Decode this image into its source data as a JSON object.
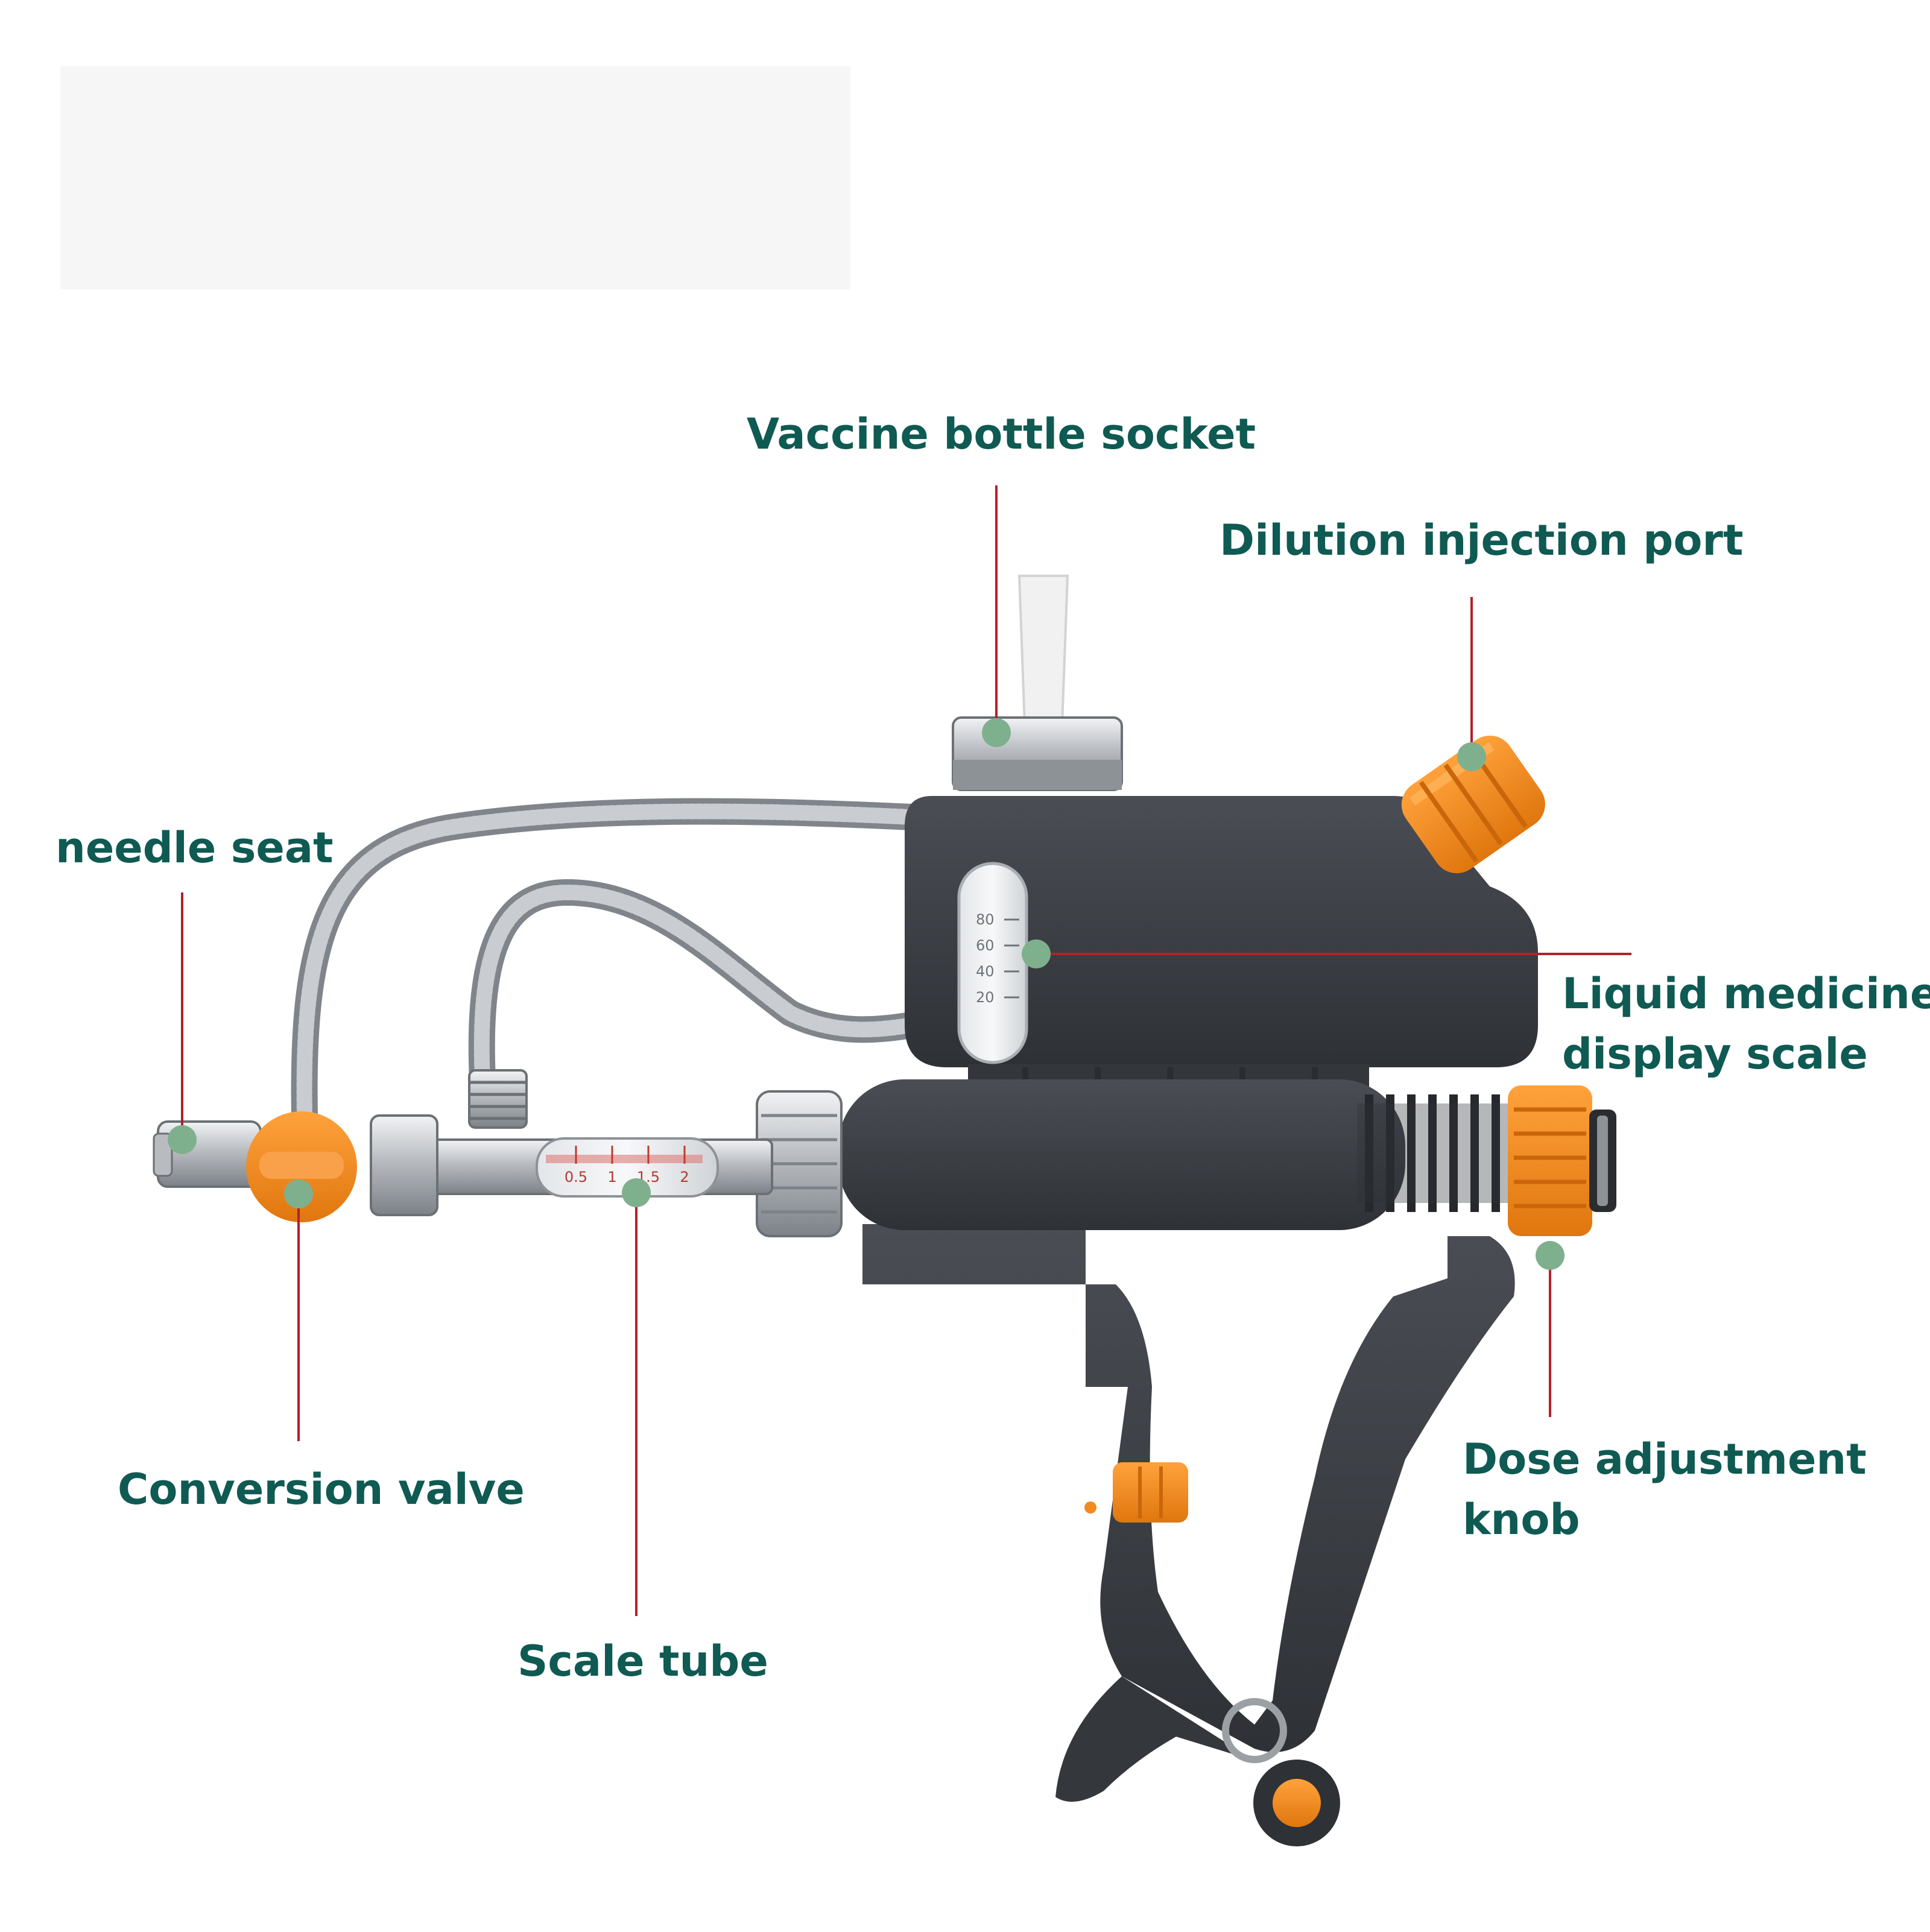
{
  "labels": {
    "vaccine_bottle_socket": "Vaccine bottle socket",
    "dilution_injection_port": "Dilution injection port",
    "needle_seat": "needle seat",
    "liquid_medicine_display_scale": [
      "Liquid medicine",
      "display scale"
    ],
    "conversion_valve": "Conversion valve",
    "scale_tube": "Scale tube",
    "dose_adjustment_knob": [
      "Dose adjustment",
      "knob"
    ]
  },
  "scales": {
    "medicine_scale_ticks": [
      "80",
      "60",
      "40",
      "20"
    ],
    "tube_scale_ticks": [
      "0.5",
      "1",
      "1.5",
      "2"
    ]
  },
  "colors": {
    "label_text": "#0f5a52",
    "leader_line": "#b3202a",
    "marker_dot": "#7fb08e",
    "body_dark": "#3a3d42",
    "accent_orange": "#f28a1e",
    "steel": "#c9ccd0"
  }
}
